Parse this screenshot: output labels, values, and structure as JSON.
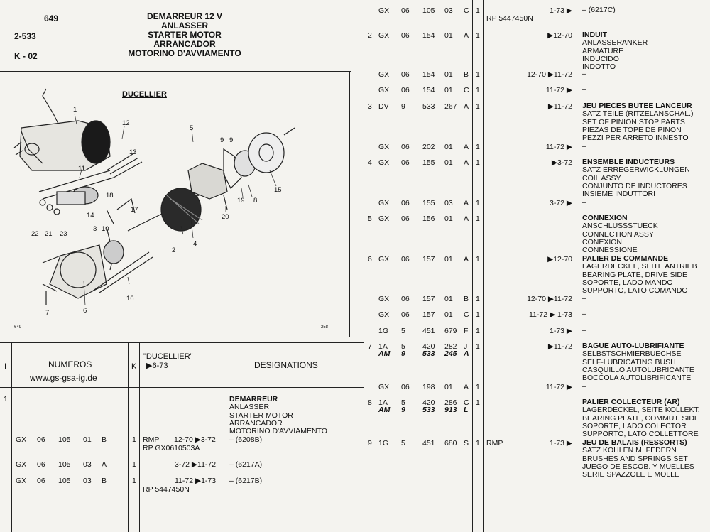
{
  "header": {
    "page_number": "649",
    "code1": "2-533",
    "code2": "K - 02",
    "title_lines": [
      "DEMARREUR 12 V",
      "ANLASSER",
      "STARTER MOTOR",
      "ARRANCADOR",
      "MOTORINO D'AVVIAMENTO"
    ]
  },
  "diagram": {
    "brand": "DUCELLIER",
    "callouts": [
      "1",
      "2",
      "3",
      "4",
      "5",
      "6",
      "7",
      "8",
      "9",
      "10",
      "11",
      "12",
      "13",
      "14",
      "15",
      "16",
      "17",
      "18",
      "19",
      "20",
      "21",
      "22",
      "23"
    ],
    "footer_left": "649",
    "footer_right": "258"
  },
  "left_table": {
    "col_i": "I",
    "numeros": "NUMEROS",
    "website": "www.gs-gsa-ig.de",
    "col_k": "K",
    "ducellier": "\"DUCELLIER\"",
    "ducellier_date": "▶6-73",
    "designations": "DESIGNATIONS",
    "item_no": "1",
    "desc": [
      "DEMARREUR",
      "ANLASSER",
      "STARTER MOTOR",
      "ARRANCADOR",
      "MOTORINO D'AVVIAMENTO"
    ],
    "rows": [
      {
        "a": "GX",
        "b": "06",
        "c": "105",
        "d": "01",
        "e": "B",
        "k": "1",
        "f": "RMP",
        "g": "12-70 ▶3-72",
        "sub": "RP GX0610503A",
        "h": "– (6208B)"
      },
      {
        "a": "GX",
        "b": "06",
        "c": "105",
        "d": "03",
        "e": "A",
        "k": "1",
        "f": "",
        "g": "3-72 ▶11-72",
        "sub": "",
        "h": "– (6217A)"
      },
      {
        "a": "GX",
        "b": "06",
        "c": "105",
        "d": "03",
        "e": "B",
        "k": "1",
        "f": "",
        "g": "11-72 ▶1-73",
        "sub": "RP 5447450N",
        "h": "– (6217B)"
      }
    ]
  },
  "right_table": {
    "rows": [
      {
        "item": "",
        "a": "GX",
        "b": "06",
        "c": "105",
        "d": "03",
        "e": "C",
        "k": "1",
        "f": "",
        "g": "1-73 ▶",
        "h": "– (6217C)",
        "sub": "RP 5447450N",
        "desc": []
      },
      {
        "item": "2",
        "a": "GX",
        "b": "06",
        "c": "154",
        "d": "01",
        "e": "A",
        "k": "1",
        "f": "",
        "g": "▶12-70",
        "h": "",
        "sub": "",
        "desc": [
          "INDUIT",
          "ANLASSERANKER",
          "ARMATURE",
          "INDUCIDO",
          "INDOTTO"
        ]
      },
      {
        "item": "",
        "a": "GX",
        "b": "06",
        "c": "154",
        "d": "01",
        "e": "B",
        "k": "1",
        "f": "",
        "g": "12-70 ▶11-72",
        "h": "–",
        "sub": "",
        "desc": []
      },
      {
        "item": "",
        "a": "GX",
        "b": "06",
        "c": "154",
        "d": "01",
        "e": "C",
        "k": "1",
        "f": "",
        "g": "11-72 ▶",
        "h": "–",
        "sub": "",
        "desc": []
      },
      {
        "item": "3",
        "a": "DV",
        "b": "9",
        "c": "533",
        "d": "267",
        "e": "A",
        "k": "1",
        "f": "",
        "g": "▶11-72",
        "h": "",
        "sub": "",
        "desc": [
          "JEU PIECES BUTEE LANCEUR",
          "SATZ TEILE (RITZELANSCHAL.)",
          "SET OF PINION STOP PARTS",
          "PIEZAS DE TOPE DE PINON",
          "PEZZI PER ARRETO INNESTO"
        ]
      },
      {
        "item": "",
        "a": "GX",
        "b": "06",
        "c": "202",
        "d": "01",
        "e": "A",
        "k": "1",
        "f": "",
        "g": "11-72 ▶",
        "h": "–",
        "sub": "",
        "desc": []
      },
      {
        "item": "4",
        "a": "GX",
        "b": "06",
        "c": "155",
        "d": "01",
        "e": "A",
        "k": "1",
        "f": "",
        "g": "▶3-72",
        "h": "",
        "sub": "",
        "desc": [
          "ENSEMBLE INDUCTEURS",
          "SATZ ERREGERWICKLUNGEN",
          "COIL ASSY",
          "CONJUNTO DE INDUCTORES",
          "INSIEME INDUTTORI"
        ]
      },
      {
        "item": "",
        "a": "GX",
        "b": "06",
        "c": "155",
        "d": "03",
        "e": "A",
        "k": "1",
        "f": "",
        "g": "3-72 ▶",
        "h": "–",
        "sub": "",
        "desc": []
      },
      {
        "item": "5",
        "a": "GX",
        "b": "06",
        "c": "156",
        "d": "01",
        "e": "A",
        "k": "1",
        "f": "",
        "g": "",
        "h": "",
        "sub": "",
        "desc": [
          "CONNEXION",
          "ANSCHLUSSSTUECK",
          "CONNECTION ASSY",
          "CONEXION",
          "CONNESSIONE"
        ]
      },
      {
        "item": "6",
        "a": "GX",
        "b": "06",
        "c": "157",
        "d": "01",
        "e": "A",
        "k": "1",
        "f": "",
        "g": "▶12-70",
        "h": "",
        "sub": "",
        "desc": [
          "PALIER DE COMMANDE",
          "LAGERDECKEL, SEITE ANTRIEB",
          "BEARING PLATE, DRIVE SIDE",
          "SOPORTE, LADO MANDO",
          "SUPPORTO, LATO COMANDO"
        ]
      },
      {
        "item": "",
        "a": "GX",
        "b": "06",
        "c": "157",
        "d": "01",
        "e": "B",
        "k": "1",
        "f": "",
        "g": "12-70 ▶11-72",
        "h": "–",
        "sub": "",
        "desc": []
      },
      {
        "item": "",
        "a": "GX",
        "b": "06",
        "c": "157",
        "d": "01",
        "e": "C",
        "k": "1",
        "f": "",
        "g": "11-72 ▶ 1-73",
        "h": "–",
        "sub": "",
        "desc": []
      },
      {
        "item": "",
        "a": "1G",
        "b": "5",
        "c": "451",
        "d": "679",
        "e": "F",
        "k": "1",
        "f": "",
        "g": "1-73 ▶",
        "h": "–",
        "sub": "",
        "desc": []
      },
      {
        "item": "7",
        "a": "1A",
        "b": "5",
        "c": "420",
        "d": "282",
        "e": "J",
        "k": "1",
        "f": "",
        "g": "▶11-72",
        "h": "",
        "sub": "",
        "alt": {
          "a": "AM",
          "b": "9",
          "c": "533",
          "d": "245",
          "e": "A"
        },
        "desc": [
          "BAGUE AUTO-LUBRIFIANTE",
          "SELBSTSCHMIERBUECHSE",
          "SELF-LUBRICATING BUSH",
          "CASQUILLO AUTOLUBRICANTE",
          "BOCCOLA AUTOLIBRIFICANTE"
        ]
      },
      {
        "item": "",
        "a": "GX",
        "b": "06",
        "c": "198",
        "d": "01",
        "e": "A",
        "k": "1",
        "f": "",
        "g": "11-72 ▶",
        "h": "–",
        "sub": "",
        "desc": []
      },
      {
        "item": "8",
        "a": "1A",
        "b": "5",
        "c": "420",
        "d": "286",
        "e": "C",
        "k": "1",
        "f": "",
        "g": "",
        "h": "",
        "sub": "",
        "alt": {
          "a": "AM",
          "b": "9",
          "c": "533",
          "d": "913",
          "e": "L"
        },
        "desc": [
          "PALIER COLLECTEUR (AR)",
          "LAGERDECKEL, SEITE KOLLEKT.",
          "BEARING PLATE, COMMUT. SIDE",
          "SOPORTE, LADO COLECTOR",
          "SUPPORTO, LATO COLLETTORE"
        ]
      },
      {
        "item": "9",
        "a": "1G",
        "b": "5",
        "c": "451",
        "d": "680",
        "e": "S",
        "k": "1",
        "f": "RMP",
        "g": "1-73 ▶",
        "h": "",
        "sub": "",
        "desc": [
          "JEU DE BALAIS (RESSORTS)",
          "SATZ KOHLEN M. FEDERN",
          "BRUSHES AND SPRINGS SET",
          "JUEGO DE ESCOB. Y MUELLES",
          "SERIE SPAZZOLE E MOLLE"
        ]
      }
    ]
  }
}
